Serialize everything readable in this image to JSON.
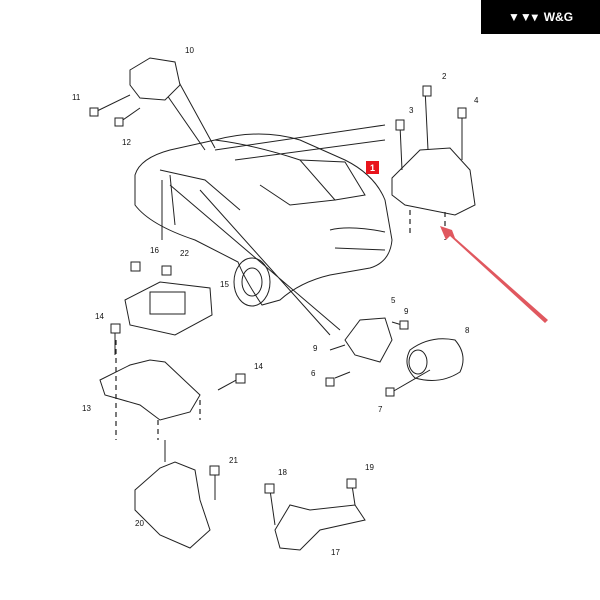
{
  "brand": {
    "name": "W&G",
    "logo_mark": "VVV"
  },
  "callouts": {
    "c1": "1",
    "c2": "2",
    "c3": "3",
    "c4": "4",
    "c5": "5",
    "c6": "6",
    "c7": "7",
    "c8": "8",
    "c9a": "9",
    "c9b": "9",
    "c10": "10",
    "c11": "11",
    "c12": "12",
    "c13": "13",
    "c14a": "14",
    "c14b": "14",
    "c15": "15",
    "c16": "16",
    "c17": "17",
    "c18": "18",
    "c19": "19",
    "c20": "20",
    "c21": "21",
    "c22": "22"
  },
  "colors": {
    "highlight": "#e8141c",
    "arrow": "#e0585f",
    "logo_bg": "#000000"
  }
}
